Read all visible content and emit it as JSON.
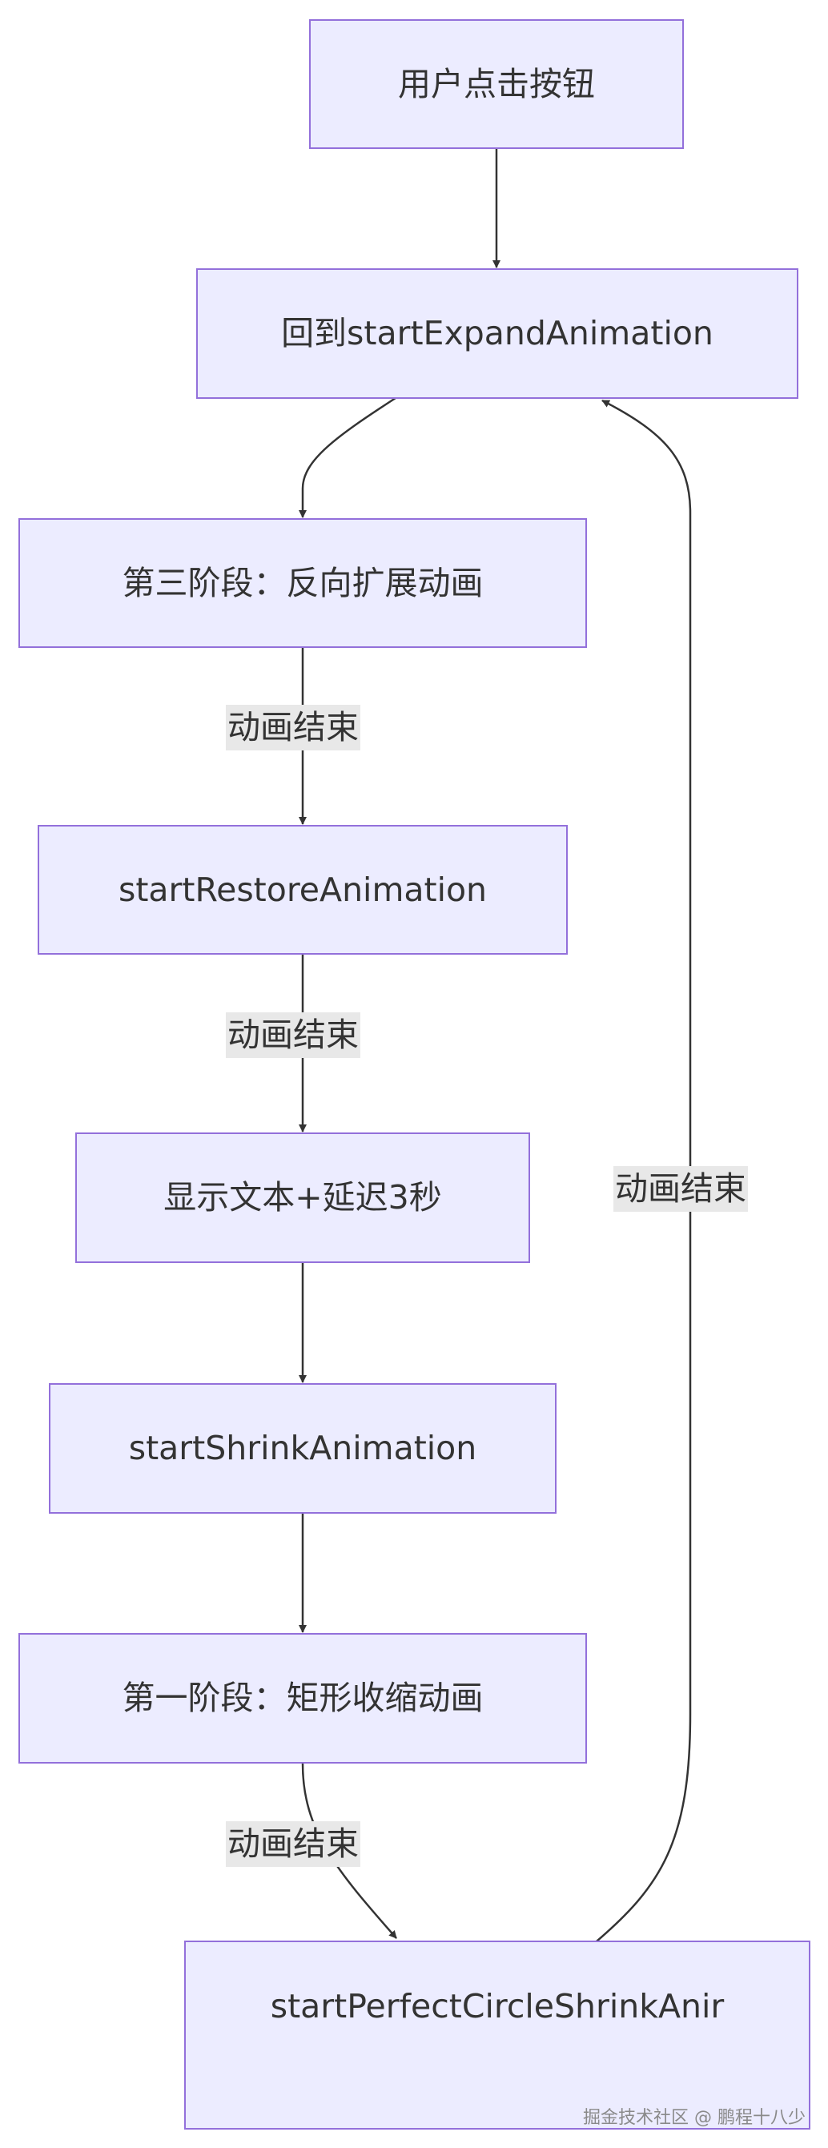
{
  "nodes": {
    "click": "用户点击按钮",
    "back_expand": "回到startExpandAnimation",
    "stage3": "第三阶段：反向扩展动画",
    "restore": "startRestoreAnimation",
    "show_text": "显示文本+延迟3秒",
    "shrink": "startShrinkAnimation",
    "stage1": "第一阶段：矩形收缩动画",
    "perfect_circle": "startPerfectCircleShrinkAnir"
  },
  "edge_labels": {
    "stage3_to_restore": "动画结束",
    "restore_to_show": "动画结束",
    "stage1_to_circle": "动画结束",
    "circle_to_back": "动画结束"
  },
  "colors": {
    "node_fill": "#ececff",
    "node_border": "#9370db",
    "edge": "#333333",
    "label_bg": "#e8e8e8"
  },
  "watermark": "掘金技术社区 @ 鹏程十八少"
}
